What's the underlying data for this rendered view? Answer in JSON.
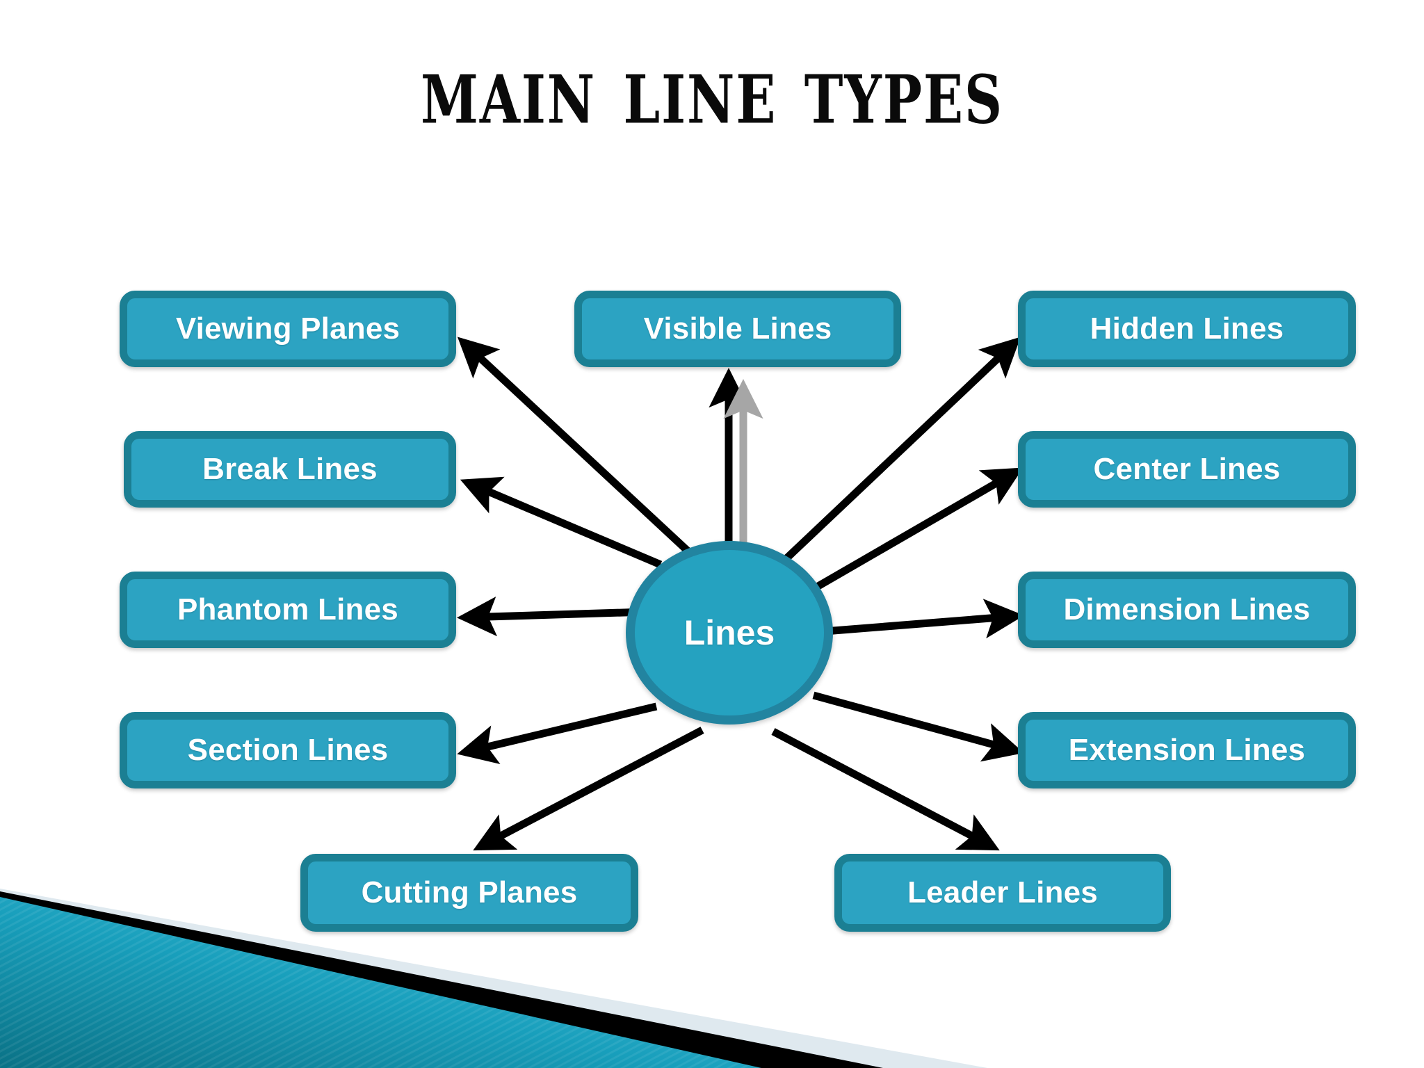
{
  "slide": {
    "title": "Main Line Types",
    "background_color": "#FFFFFF"
  },
  "theme": {
    "node_fill": "#2CA3C2",
    "node_border": "#1B7F93",
    "node_text": "#FFFFFF",
    "circle_fill": "#25A2C0",
    "circle_border": "#2284A0",
    "arrow_color": "#000000",
    "arrow_shadow_color": "#A6A6A6",
    "deco_teal_dark": "#0E7F98",
    "deco_teal_light": "#5CC6E0",
    "deco_black": "#000000",
    "deco_silver": "#DCE6EC"
  },
  "diagram": {
    "type": "hub-and-spoke",
    "center": {
      "label": "Lines"
    },
    "nodes": [
      {
        "id": "viewing-planes",
        "label": "Viewing Planes",
        "column": "left",
        "row": 1
      },
      {
        "id": "break-lines",
        "label": "Break Lines",
        "column": "left",
        "row": 2
      },
      {
        "id": "phantom-lines",
        "label": "Phantom Lines",
        "column": "left",
        "row": 3
      },
      {
        "id": "section-lines",
        "label": "Section Lines",
        "column": "left",
        "row": 4
      },
      {
        "id": "cutting-planes",
        "label": "Cutting Planes",
        "column": "bottom",
        "row": 5
      },
      {
        "id": "visible-lines",
        "label": "Visible Lines",
        "column": "top",
        "row": 1
      },
      {
        "id": "hidden-lines",
        "label": "Hidden Lines",
        "column": "right",
        "row": 1
      },
      {
        "id": "center-lines",
        "label": "Center Lines",
        "column": "right",
        "row": 2
      },
      {
        "id": "dimension-lines",
        "label": "Dimension Lines",
        "column": "right",
        "row": 3
      },
      {
        "id": "extension-lines",
        "label": "Extension Lines",
        "column": "right",
        "row": 4
      },
      {
        "id": "leader-lines",
        "label": "Leader Lines",
        "column": "bottom",
        "row": 5
      }
    ],
    "connector_count": 11,
    "connector_style": "straight arrow from center to each node"
  }
}
